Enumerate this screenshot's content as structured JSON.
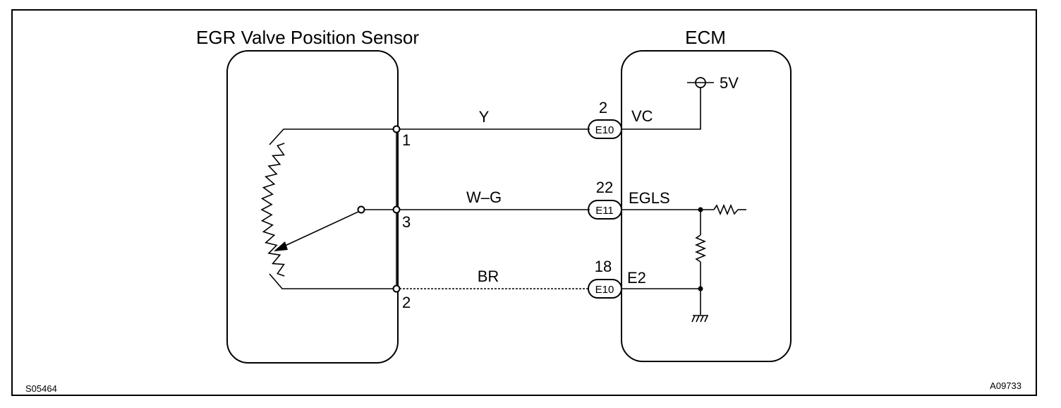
{
  "sensor": {
    "title": "EGR Valve Position Sensor",
    "pins": [
      "1",
      "3",
      "2"
    ]
  },
  "ecm": {
    "title": "ECM",
    "supply_label": "5V",
    "terminals": [
      {
        "pin": "2",
        "connector": "E10",
        "name": "VC",
        "wire": "Y"
      },
      {
        "pin": "22",
        "connector": "E11",
        "name": "EGLS",
        "wire": "W–G"
      },
      {
        "pin": "18",
        "connector": "E10",
        "name": "E2",
        "wire": "BR"
      }
    ]
  },
  "footer": {
    "left_code": "S05464",
    "right_code": "A09733"
  }
}
